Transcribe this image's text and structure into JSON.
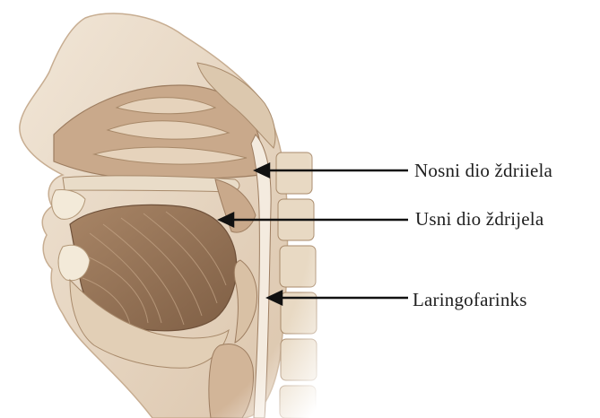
{
  "diagram": {
    "labels": [
      {
        "id": "nasal",
        "text": "Nosni dio ždriiela"
      },
      {
        "id": "oral",
        "text": "Usni dio ždrijela"
      },
      {
        "id": "laryngo",
        "text": "Laringofarinks"
      }
    ]
  },
  "colors": {
    "tissue_light": "#ede0cf",
    "tissue_mid": "#cdb196",
    "tissue_dark": "#8a6a4f",
    "muscle": "#9a7a5d",
    "bone": "#d8c6ad",
    "arrow": "#111111"
  }
}
